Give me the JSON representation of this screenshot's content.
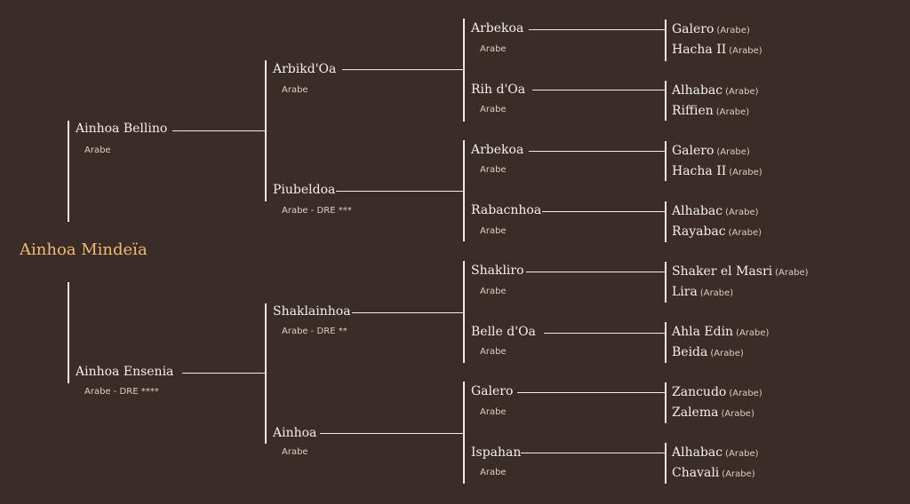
{
  "colors": {
    "background": "#3a2c26",
    "text": "#f1ebe4",
    "subject": "#f0b977",
    "line": "#f1ebe4"
  },
  "subject": "Ainhoa Mindeïa",
  "sire": {
    "name": "Ainhoa Bellino",
    "breed": "Arabe"
  },
  "dam": {
    "name": "Ainhoa Ensenia",
    "breed": "Arabe - DRE ****"
  },
  "gen2": [
    {
      "name": "Arbikd'Oa",
      "breed": "Arabe"
    },
    {
      "name": "Piubeldoa",
      "breed": "Arabe - DRE ***"
    },
    {
      "name": "Shaklainhoa",
      "breed": "Arabe - DRE **"
    },
    {
      "name": "Ainhoa",
      "breed": "Arabe"
    }
  ],
  "gen3": [
    {
      "name": "Arbekoa",
      "breed": "Arabe"
    },
    {
      "name": "Rih d'Oa",
      "breed": "Arabe"
    },
    {
      "name": "Arbekoa",
      "breed": "Arabe"
    },
    {
      "name": "Rabacnhoa",
      "breed": "Arabe"
    },
    {
      "name": "Shakliro",
      "breed": "Arabe"
    },
    {
      "name": "Belle d'Oa",
      "breed": "Arabe"
    },
    {
      "name": "Galero",
      "breed": "Arabe"
    },
    {
      "name": "Ispahan",
      "breed": "Arabe"
    }
  ],
  "gen4": [
    {
      "name": "Galero",
      "breed": "(Arabe)"
    },
    {
      "name": "Hacha II",
      "breed": "(Arabe)"
    },
    {
      "name": "Alhabac",
      "breed": "(Arabe)"
    },
    {
      "name": "Riffien",
      "breed": "(Arabe)"
    },
    {
      "name": "Galero",
      "breed": "(Arabe)"
    },
    {
      "name": "Hacha II",
      "breed": "(Arabe)"
    },
    {
      "name": "Alhabac",
      "breed": "(Arabe)"
    },
    {
      "name": "Rayabac",
      "breed": "(Arabe)"
    },
    {
      "name": "Shaker el Masri",
      "breed": "(Arabe)"
    },
    {
      "name": "Lira",
      "breed": "(Arabe)"
    },
    {
      "name": "Ahla Edin",
      "breed": "(Arabe)"
    },
    {
      "name": "Beida",
      "breed": "(Arabe)"
    },
    {
      "name": "Zancudo",
      "breed": "(Arabe)"
    },
    {
      "name": "Zalema",
      "breed": "(Arabe)"
    },
    {
      "name": "Alhabac",
      "breed": "(Arabe)"
    },
    {
      "name": "Chavali",
      "breed": "(Arabe)"
    }
  ]
}
